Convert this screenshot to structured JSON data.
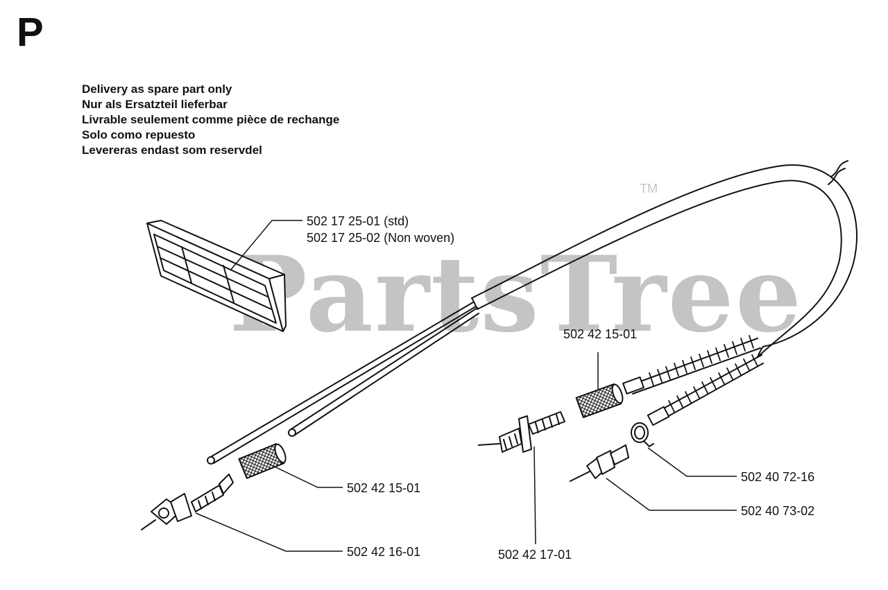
{
  "section_letter": "P",
  "notes": [
    "Delivery as spare part only",
    "Nur als Ersatzteil lieferbar",
    "Livrable seulement comme pièce de rechange",
    "Solo como repuesto",
    "Levereras endast som reservdel"
  ],
  "watermark": {
    "text": "PartsTree",
    "tm": "TM"
  },
  "parts": {
    "filter_std": "502 17 25-01 (std)",
    "filter_nonwoven": "502 17 25-02 (Non woven)",
    "nut_right": "502 42 15-01",
    "nut_left": "502 42 15-01",
    "fitting_left": "502 42 16-01",
    "fitting_center": "502 42 17-01",
    "clamp": "502 40 72-16",
    "nipple": "502 40 73-02"
  }
}
